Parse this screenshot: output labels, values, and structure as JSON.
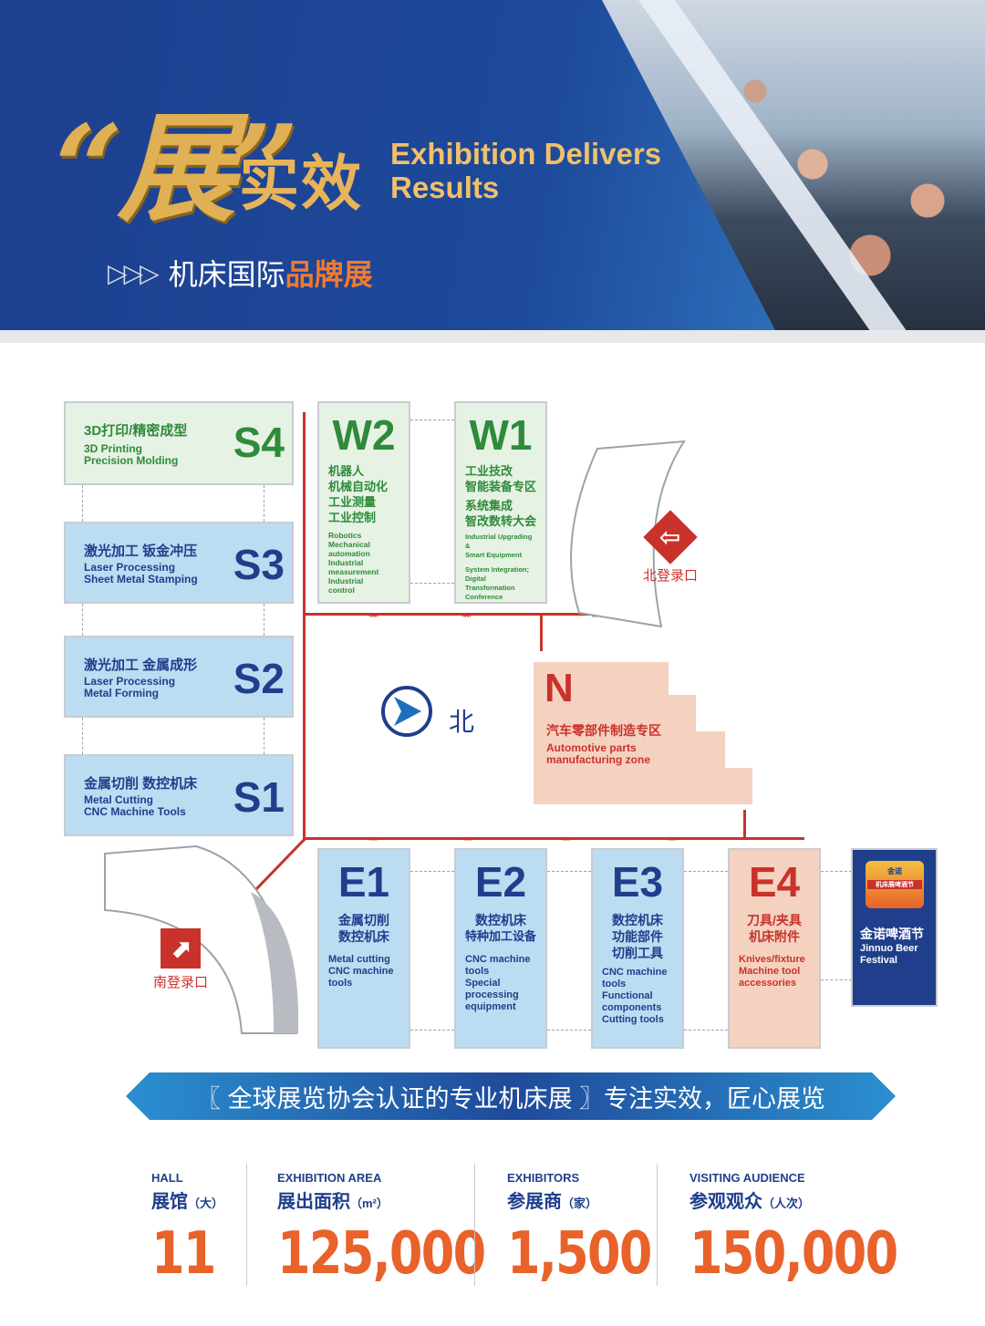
{
  "header": {
    "title_big": "“展”",
    "title_rest": "实效",
    "title_en_line1": "Exhibition Delivers",
    "title_en_line2": "Results",
    "subtitle_arrows": "▷▷▷",
    "subtitle_prefix": "机床国际",
    "subtitle_highlight": "品牌展"
  },
  "halls": {
    "S4": {
      "code": "S4",
      "cn": "3D打印/精密成型",
      "en1": "3D Printing",
      "en2": "Precision Molding"
    },
    "S3": {
      "code": "S3",
      "cn": "激光加工  钣金冲压",
      "en1": "Laser Processing",
      "en2": "Sheet Metal Stamping"
    },
    "S2": {
      "code": "S2",
      "cn": "激光加工  金属成形",
      "en1": "Laser Processing",
      "en2": "Metal Forming"
    },
    "S1": {
      "code": "S1",
      "cn": "金属切削  数控机床",
      "en1": "Metal Cutting",
      "en2": "CNC Machine Tools"
    },
    "W2": {
      "code": "W2",
      "cn1": "机器人",
      "cn2": "机械自动化",
      "cn3": "工业测量",
      "cn4": "工业控制",
      "en1": "Robotics",
      "en2": "Mechanical",
      "en3": "automation",
      "en4": "Industrial",
      "en5": "measurement",
      "en6": "Industrial",
      "en7": "control"
    },
    "W1": {
      "code": "W1",
      "cn1": "工业技改",
      "cn2": "智能装备专区",
      "cn3": "系统集成",
      "cn4": "智改数转大会",
      "en1": "Industrial Upgrading &",
      "en2": "Smart Equipment",
      "en3": "System Integration;",
      "en4": "Digital Transformation",
      "en5": "Conference"
    },
    "N": {
      "code": "N",
      "cn": "汽车零部件制造专区",
      "en1": "Automotive parts",
      "en2": "manufacturing zone"
    },
    "E1": {
      "code": "E1",
      "cn1": "金属切削",
      "cn2": "数控机床",
      "en1": "Metal cutting",
      "en2": "CNC machine",
      "en3": "tools"
    },
    "E2": {
      "code": "E2",
      "cn1": "数控机床",
      "cn2": "特种加工设备",
      "en1": "CNC machine",
      "en2": "tools",
      "en3": "Special",
      "en4": "processing",
      "en5": "equipment"
    },
    "E3": {
      "code": "E3",
      "cn1": "数控机床",
      "cn2": "功能部件",
      "cn3": "切削工具",
      "en1": "CNC machine",
      "en2": "tools",
      "en3": "Functional",
      "en4": "components",
      "en5": "Cutting tools"
    },
    "E4": {
      "code": "E4",
      "cn1": "刀具/夹具",
      "cn2": "机床附件",
      "en1": "Knives/fixture",
      "en2": "Machine tool",
      "en3": "accessories"
    },
    "beer": {
      "cn": "金诺啤酒节",
      "en1": "Jinnuo Beer",
      "en2": "Festival",
      "badge_top": "金诺",
      "badge_mid": "机床展啤酒节"
    }
  },
  "entrances": {
    "north": "北登录口",
    "south": "南登录口"
  },
  "compass_label": "北",
  "slogan": "〖 全球展览协会认证的专业机床展 〗专注实效，匠心展览",
  "stats": [
    {
      "en": "HALL",
      "cn": "展馆",
      "unit": "（大）",
      "value": "11"
    },
    {
      "en": "EXHIBITION AREA",
      "cn": "展出面积",
      "unit": "（m²）",
      "value": "125,000"
    },
    {
      "en": "EXHIBITORS",
      "cn": "参展商",
      "unit": "（家）",
      "value": "1,500"
    },
    {
      "en": "VISITING AUDIENCE",
      "cn": "参观观众",
      "unit": "（人次）",
      "value": "150,000"
    }
  ],
  "colors": {
    "navy": "#1f3f8c",
    "green": "#2e8b3a",
    "red": "#c9322b",
    "orange": "#e8622a",
    "gold": "#e0b054"
  }
}
